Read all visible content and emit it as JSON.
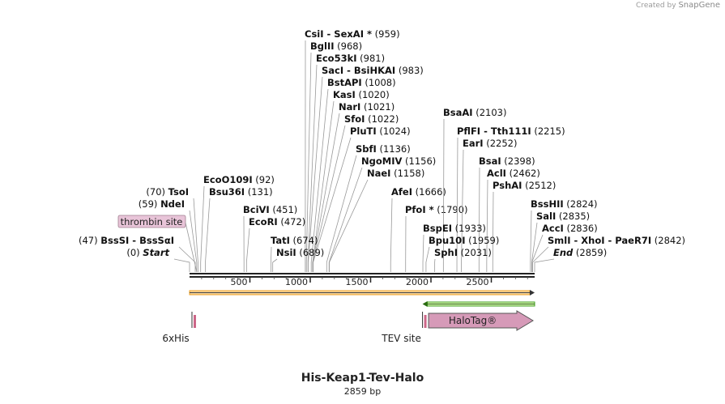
{
  "credit": {
    "prefix": "Created by",
    "brand": "SnapGene"
  },
  "plasmid": {
    "name": "His-Keap1-Tev-Halo",
    "length_label": "2859 bp",
    "length_bp": 2859
  },
  "ruler": {
    "ticks": [
      500,
      1000,
      1500,
      2000,
      2500
    ],
    "tick_labels": [
      "500",
      "1000",
      "1500",
      "2000",
      "2500"
    ]
  },
  "sites": [
    {
      "label": "CsiI",
      "extra": "SexAI *",
      "pos": "(959)",
      "bp": 959
    },
    {
      "label": "BglII",
      "extra": "",
      "pos": "(968)",
      "bp": 968
    },
    {
      "label": "Eco53kI",
      "extra": "",
      "pos": "(981)",
      "bp": 981
    },
    {
      "label": "SacI",
      "extra": "BsiHKAI",
      "pos": "(983)",
      "bp": 983
    },
    {
      "label": "BstAPI",
      "extra": "",
      "pos": "(1008)",
      "bp": 1008
    },
    {
      "label": "KasI",
      "extra": "",
      "pos": "(1020)",
      "bp": 1020
    },
    {
      "label": "NarI",
      "extra": "",
      "pos": "(1021)",
      "bp": 1021
    },
    {
      "label": "SfoI",
      "extra": "",
      "pos": "(1022)",
      "bp": 1022
    },
    {
      "label": "PluTI",
      "extra": "",
      "pos": "(1024)",
      "bp": 1024
    },
    {
      "label": "SbfI",
      "extra": "",
      "pos": "(1136)",
      "bp": 1136
    },
    {
      "label": "NgoMIV",
      "extra": "",
      "pos": "(1156)",
      "bp": 1156
    },
    {
      "label": "NaeI",
      "extra": "",
      "pos": "(1158)",
      "bp": 1158
    },
    {
      "label": "EcoO109I",
      "extra": "",
      "pos": "(92)",
      "bp": 92
    },
    {
      "label": "Bsu36I",
      "extra": "",
      "pos": "(131)",
      "bp": 131
    },
    {
      "label": "TsoI",
      "extra": "",
      "pos": "(70)",
      "bp": 70,
      "left": true
    },
    {
      "label": "NdeI",
      "extra": "",
      "pos": "(59)",
      "bp": 59,
      "left": true
    },
    {
      "label": "BssSI",
      "extra": "BssSαI",
      "pos": "(47)",
      "bp": 47,
      "left": true
    },
    {
      "label": "Start",
      "extra": "",
      "pos": "(0)",
      "bp": 0,
      "left": true,
      "italic": true
    },
    {
      "label": "BciVI",
      "extra": "",
      "pos": "(451)",
      "bp": 451
    },
    {
      "label": "EcoRI",
      "extra": "",
      "pos": "(472)",
      "bp": 472
    },
    {
      "label": "TatI",
      "extra": "",
      "pos": "(674)",
      "bp": 674
    },
    {
      "label": "NsiI",
      "extra": "",
      "pos": "(689)",
      "bp": 689
    },
    {
      "label": "AfeI",
      "extra": "",
      "pos": "(1666)",
      "bp": 1666
    },
    {
      "label": "PfoI *",
      "extra": "",
      "pos": "(1790)",
      "bp": 1790
    },
    {
      "label": "BsaAI",
      "extra": "",
      "pos": "(2103)",
      "bp": 2103
    },
    {
      "label": "PflFI",
      "extra": "Tth111I",
      "pos": "(2215)",
      "bp": 2215
    },
    {
      "label": "EarI",
      "extra": "",
      "pos": "(2252)",
      "bp": 2252
    },
    {
      "label": "BsaI",
      "extra": "",
      "pos": "(2398)",
      "bp": 2398
    },
    {
      "label": "AclI",
      "extra": "",
      "pos": "(2462)",
      "bp": 2462
    },
    {
      "label": "PshAI",
      "extra": "",
      "pos": "(2512)",
      "bp": 2512
    },
    {
      "label": "BspEI",
      "extra": "",
      "pos": "(1933)",
      "bp": 1933
    },
    {
      "label": "Bpu10I",
      "extra": "",
      "pos": "(1959)",
      "bp": 1959
    },
    {
      "label": "SphI",
      "extra": "",
      "pos": "(2031)",
      "bp": 2031
    },
    {
      "label": "BssHII",
      "extra": "",
      "pos": "(2824)",
      "bp": 2824
    },
    {
      "label": "SalI",
      "extra": "",
      "pos": "(2835)",
      "bp": 2835
    },
    {
      "label": "AccI",
      "extra": "",
      "pos": "(2836)",
      "bp": 2836
    },
    {
      "label": "SmlI",
      "extra": "XhoI - PaeR7I",
      "pos": "(2842)",
      "bp": 2842
    },
    {
      "label": "End",
      "extra": "",
      "pos": "(2859)",
      "bp": 2859,
      "italic": true
    }
  ],
  "features": [
    {
      "label": "thrombin site",
      "bp_start": 50,
      "bp_end": 70,
      "color": "#e8c4d8",
      "kind": "box"
    },
    {
      "label": "6xHis",
      "bp_start": 20,
      "bp_end": 50,
      "color": "#cc6688",
      "kind": "small"
    },
    {
      "label": "TEV site",
      "bp_start": 1930,
      "bp_end": 1960,
      "color": "#cc6688",
      "kind": "small"
    },
    {
      "label": "HaloTag®",
      "bp_start": 1960,
      "bp_end": 2859,
      "color": "#d69ab8",
      "kind": "arrow"
    }
  ],
  "colors": {
    "orf": "#f0a020",
    "orf_fill": "#f6d49a",
    "rev_orf": "#40a020",
    "rev_fill": "#d6f0b0"
  }
}
